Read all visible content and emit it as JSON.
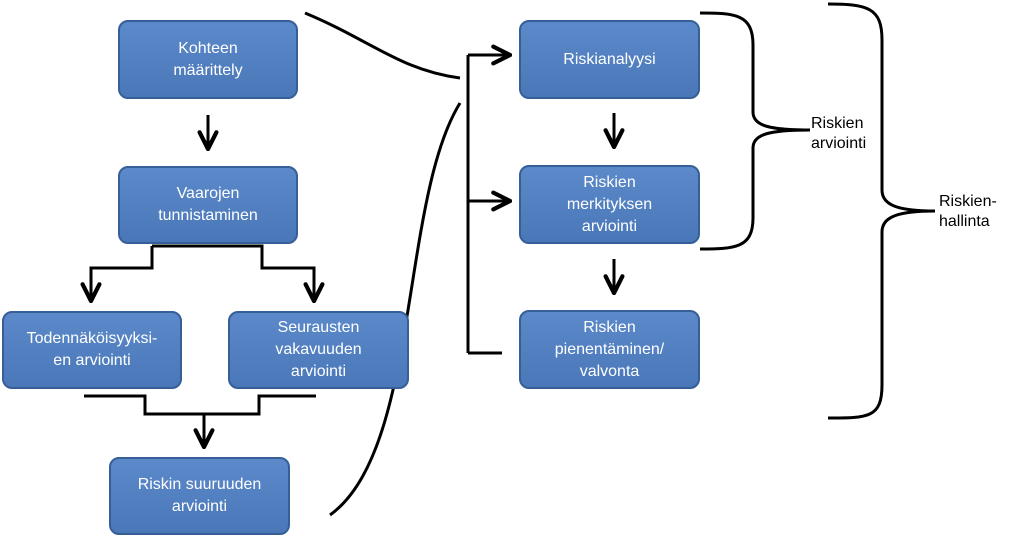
{
  "boxes": {
    "kohde": "Kohteen\nmäärittely",
    "vaarat": "Vaarojen\ntunnistaminen",
    "todennakoisyys": "Todennäköisyyksi-\nen arviointi",
    "seuraukset": "Seurausten\nvakavuuden\narviointi",
    "suuruus": "Riskin suuruuden\narviointi",
    "riskianalyysi": "Riskianalyysi",
    "merkitys": "Riskien\nmerkityksen\narviointi",
    "pienentaminen": "Riskien\npienentäminen/\nvalvonta"
  },
  "labels": {
    "arviointi": "Riskien\narviointi",
    "hallinta": "Riskien-\nhallinta"
  },
  "colors": {
    "box_fill": "#4f7ec0",
    "box_border": "#365f98",
    "box_text": "#ffffff",
    "line": "#000000"
  }
}
